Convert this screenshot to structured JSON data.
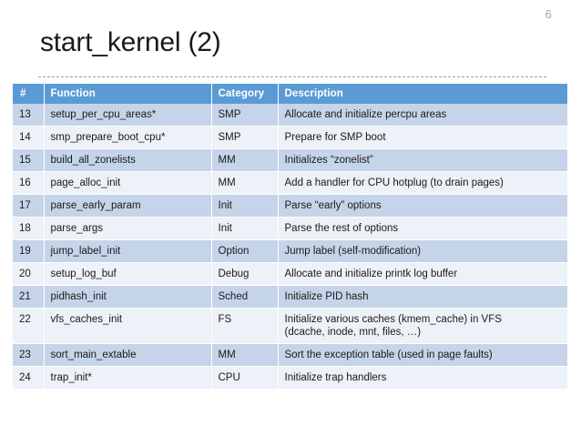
{
  "slide": {
    "page_number": "6",
    "title": "start_kernel (2)",
    "accent_color": "#5B9BD5",
    "row_odd_color": "#C6D4E9",
    "row_even_color": "#EDF1F8",
    "background_color": "#FFFFFF",
    "page_number_color": "#A6A6A6"
  },
  "table": {
    "headers": {
      "num": "#",
      "function": "Function",
      "category": "Category",
      "description": "Description"
    },
    "rows": [
      {
        "num": "13",
        "function": "setup_per_cpu_areas*",
        "category": "SMP",
        "description": "Allocate and initialize percpu areas"
      },
      {
        "num": "14",
        "function": "smp_prepare_boot_cpu*",
        "category": "SMP",
        "description": "Prepare for SMP boot"
      },
      {
        "num": "15",
        "function": "build_all_zonelists",
        "category": "MM",
        "description": "Initializes “zonelist”"
      },
      {
        "num": "16",
        "function": "page_alloc_init",
        "category": "MM",
        "description": "Add a handler for CPU hotplug (to drain pages)"
      },
      {
        "num": "17",
        "function": "parse_early_param",
        "category": "Init",
        "description": "Parse “early” options"
      },
      {
        "num": "18",
        "function": "parse_args",
        "category": "Init",
        "description": "Parse the rest of options"
      },
      {
        "num": "19",
        "function": "jump_label_init",
        "category": "Option",
        "description": "Jump label (self-modification)"
      },
      {
        "num": "20",
        "function": "setup_log_buf",
        "category": "Debug",
        "description": "Allocate and initialize printk log buffer"
      },
      {
        "num": "21",
        "function": "pidhash_init",
        "category": "Sched",
        "description": "Initialize PID hash"
      },
      {
        "num": "22",
        "function": "vfs_caches_init",
        "category": "FS",
        "description": "Initialize various caches (kmem_cache) in VFS",
        "description_line2": "(dcache, inode, mnt, files, …)"
      },
      {
        "num": "23",
        "function": "sort_main_extable",
        "category": "MM",
        "description": "Sort the exception table (used in page faults)"
      },
      {
        "num": "24",
        "function": "trap_init*",
        "category": "CPU",
        "description": "Initialize trap handlers"
      }
    ]
  }
}
